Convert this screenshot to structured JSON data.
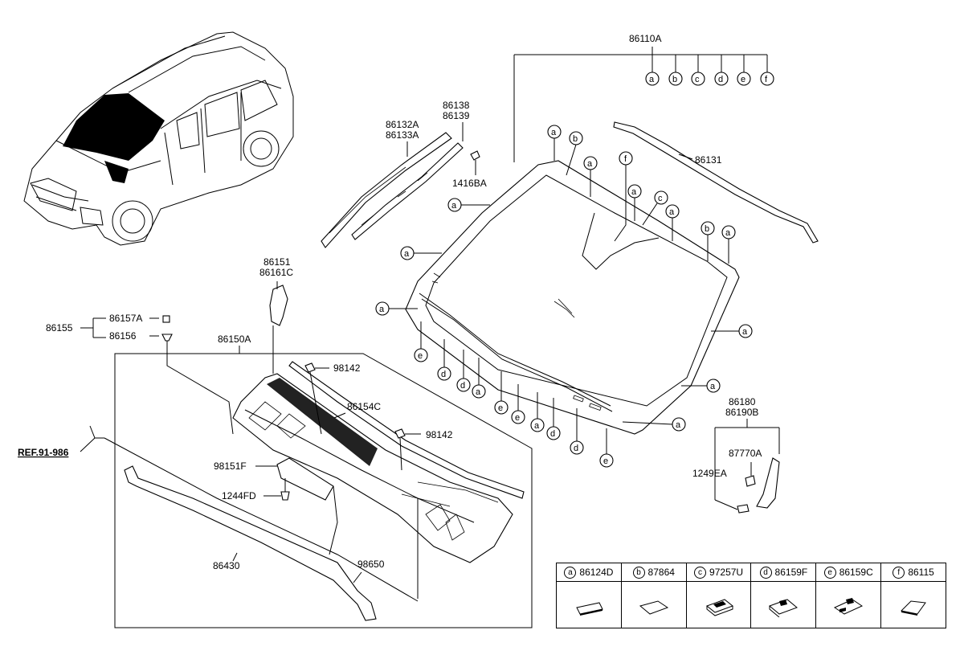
{
  "parts": {
    "p86110A": "86110A",
    "p86131": "86131",
    "p86132A": "86132A",
    "p86133A": "86133A",
    "p86138": "86138",
    "p86139": "86139",
    "p1416BA": "1416BA",
    "p86151": "86151",
    "p86161C": "86161C",
    "p86155": "86155",
    "p86157A": "86157A",
    "p86156": "86156",
    "p86150A": "86150A",
    "p98142a": "98142",
    "p98142b": "98142",
    "p86154C": "86154C",
    "p98151F": "98151F",
    "p1244FD": "1244FD",
    "p86430": "86430",
    "p98650": "98650",
    "p86180": "86180",
    "p86190B": "86190B",
    "p87770A": "87770A",
    "p1249EA": "1249EA",
    "ref": "REF.91-986"
  },
  "callout_letters": [
    "a",
    "b",
    "c",
    "d",
    "e",
    "f"
  ],
  "legend": [
    {
      "letter": "a",
      "part": "86124D"
    },
    {
      "letter": "b",
      "part": "87864"
    },
    {
      "letter": "c",
      "part": "97257U"
    },
    {
      "letter": "d",
      "part": "86159F"
    },
    {
      "letter": "e",
      "part": "86159C"
    },
    {
      "letter": "f",
      "part": "86115"
    }
  ]
}
